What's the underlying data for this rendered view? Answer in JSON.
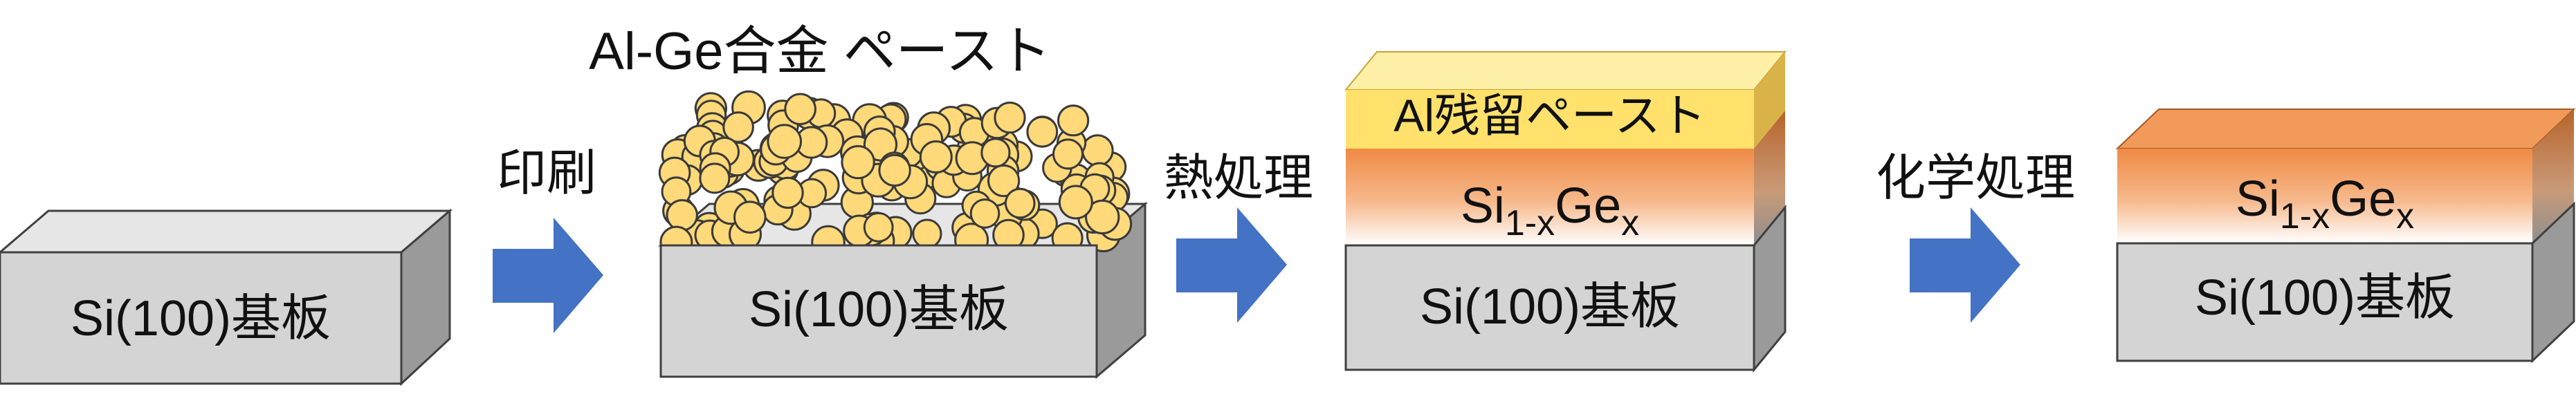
{
  "stages": [
    {
      "substrate_label": "Si(100)基板"
    },
    {
      "substrate_label": "Si(100)基板",
      "paste_label": "Al-Ge合金 ペースト"
    },
    {
      "substrate_label": "Si(100)基板",
      "residual_label": "Al残留ペースト",
      "layer_label": {
        "base": "Si",
        "sub": "1-x",
        "mid": "Ge",
        "sub2": "x"
      }
    },
    {
      "substrate_label": "Si(100)基板",
      "layer_label": {
        "base": "Si",
        "sub": "1-x",
        "mid": "Ge",
        "sub2": "x"
      }
    }
  ],
  "steps": [
    {
      "label": "印刷"
    },
    {
      "label": "熱処理"
    },
    {
      "label": "化学処理"
    }
  ],
  "colors": {
    "substrate_front": "#d4d4d4",
    "substrate_top": "#e6e6e6",
    "substrate_side": "#9a9a9a",
    "arrow": "#4472c4",
    "particle": "#ffd97a",
    "residual_front": "#ffe16b",
    "residual_top": "#fff0a8",
    "residual_side": "#d9b347",
    "sige_orange": "#ef8a45",
    "sige_side": "#b8642a"
  }
}
